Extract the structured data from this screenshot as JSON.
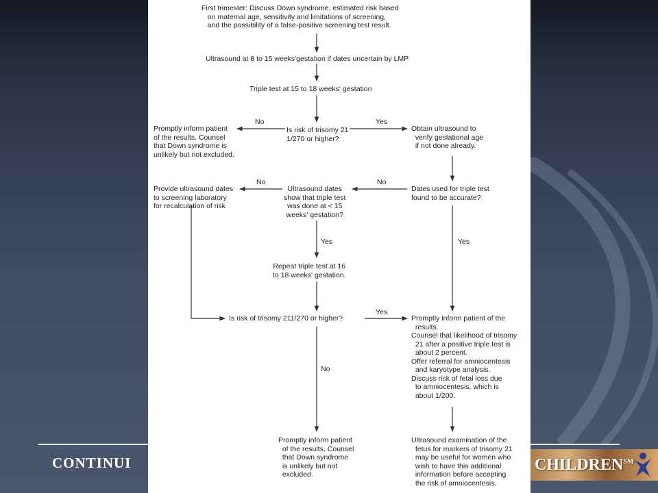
{
  "slide": {
    "footer_text": "CONTINUI",
    "logo_text": "CHILDREN",
    "logo_superscript": "SM"
  },
  "flowchart": {
    "step_first_trimester": "First trimester: Discuss Down syndrome, estimated risk based\n   on maternal age, sensitivity and limitations of screening,\n   and the possibility of a false-positive screening test result.",
    "step_ultrasound_dates": "Ultrasound at 8 to 15 weeks'gestation if dates uncertain by LMP",
    "step_triple_test": "Triple test at 15 to 18 weeks' gestation",
    "decision_risk_1": "Is risk of trisomy 21\n1/270 or higher?",
    "label_no_1": "No",
    "label_yes_1": "Yes",
    "outcome_inform_1": "Promptly inform patient\nof the results. Counsel\nthat Down syndrome is\nunlikely but not excluded.",
    "step_obtain_ultrasound": "Obtain ultrasound to\n  verify gestational age\n  if not done already.",
    "decision_dates_accurate": "Dates used for triple test\nfound to be accurate?",
    "label_no_2": "No",
    "decision_ultrasound_show": "Ultrasound dates\nshow that triple test\nwas done at < 15\nweeks' gestation?",
    "label_no_3": "No",
    "step_provide_dates": "Provide ultrasound dates\nto screening laboratory\nfor recalculation of risk",
    "label_yes_2": "Yes",
    "label_yes_3": "Yes",
    "step_repeat_test": "Repeat triple test at 16\nto 18 weeks' gestation.",
    "decision_risk_2": "Is risk of trisomy 211/270 or higher?",
    "label_yes_4": "Yes",
    "outcome_positive": "Promptly inform patient of the\n  results.\nCounsel that likelihood of trisomy\n  21 after a positive triple test is\n  about 2 percent.\nOffer referral for amniocentesis\n  and karyotype analysis.\nDiscuss risk of fetal loss due\n  to amniocentesis, which is\n  about 1/200.",
    "label_no_4": "No",
    "outcome_inform_2": "Promptly inform patient\n  of the results. Counsel\n  that Down syndrome\n  is unlikely but not\n  excluded.",
    "step_ultrasound_exam": "Ultrasound examination of the\n  fetus for markers of trisomy 21\n  may be useful for women who\n  wish to have this additional\n  information before accepting\n  the risk of amniocentesis."
  },
  "colors": {
    "background_dark": "#151a24",
    "background_mid": "#414c63",
    "paper": "#ffffff",
    "line": "#333333"
  }
}
